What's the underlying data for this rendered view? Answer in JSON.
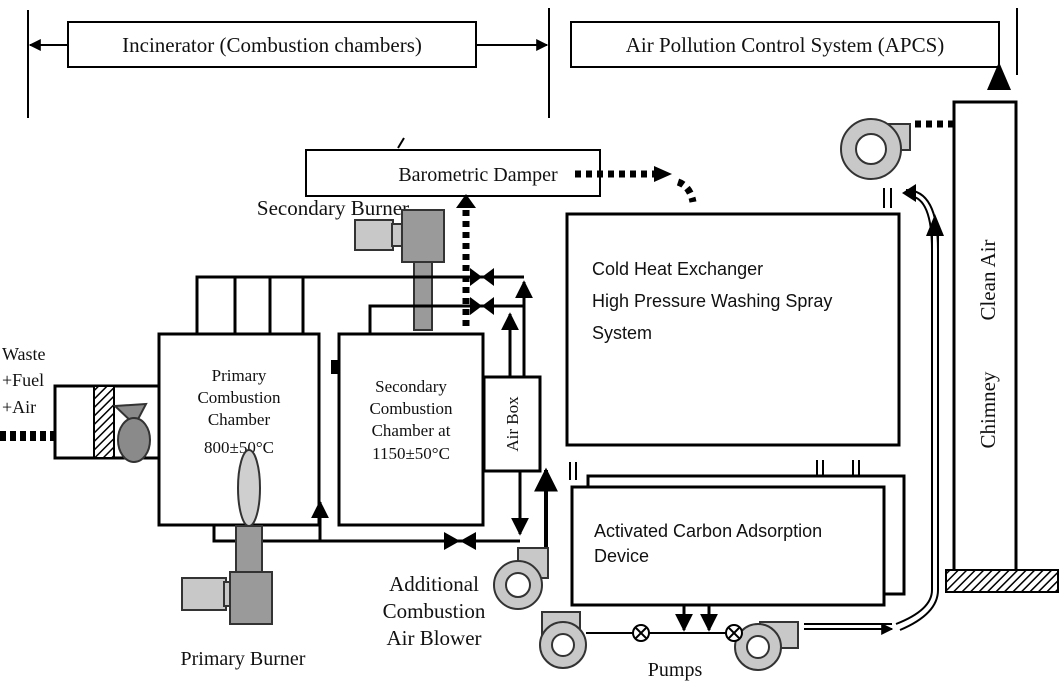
{
  "sections": {
    "incinerator": "Incinerator (Combustion chambers)",
    "apcs": "Air Pollution Control System (APCS)"
  },
  "inputs": {
    "waste": "Waste",
    "fuel": "+Fuel",
    "air": "+Air"
  },
  "components": {
    "barometric_damper": "Barometric Damper",
    "secondary_burner": "Secondary Burner",
    "primary_chamber": [
      "Primary",
      "Combustion",
      "Chamber",
      "800±50°C"
    ],
    "secondary_chamber": [
      "Secondary",
      "Combustion",
      "Chamber at",
      "1150±50°C"
    ],
    "air_box": "Air Box",
    "heat_exchanger": [
      "Cold Heat Exchanger",
      "High Pressure Washing Spray",
      "System"
    ],
    "carbon_device": [
      "Activated Carbon Adsorption",
      "Device"
    ],
    "chimney": "Chimney",
    "clean_air": "Clean Air",
    "additional_blower": [
      "Additional",
      "Combustion",
      "Air Blower"
    ],
    "primary_burner": "Primary Burner",
    "pumps": "Pumps"
  }
}
